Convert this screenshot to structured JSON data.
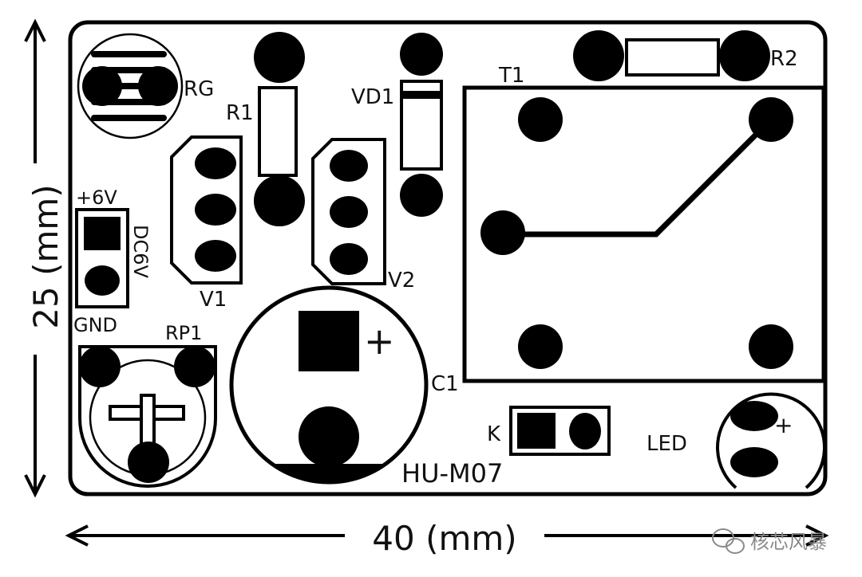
{
  "board": {
    "model": "HU-M07",
    "height_label": "25 (mm)",
    "width_label": "40 (mm)"
  },
  "components": {
    "rg": "RG",
    "r1": "R1",
    "vd1": "VD1",
    "t1": "T1",
    "r2": "R2",
    "v1": "V1",
    "v2": "V2",
    "plus6v": "+6V",
    "dc6v": "DC6V",
    "gnd": "GND",
    "rp1": "RP1",
    "c1": "C1",
    "c1_plus": "+",
    "k": "K",
    "led": "LED",
    "led_plus": "+"
  },
  "watermark": "核芯风暴",
  "colors": {
    "ink": "#000000",
    "paper": "#ffffff",
    "watermark": "#8a8a8a"
  }
}
